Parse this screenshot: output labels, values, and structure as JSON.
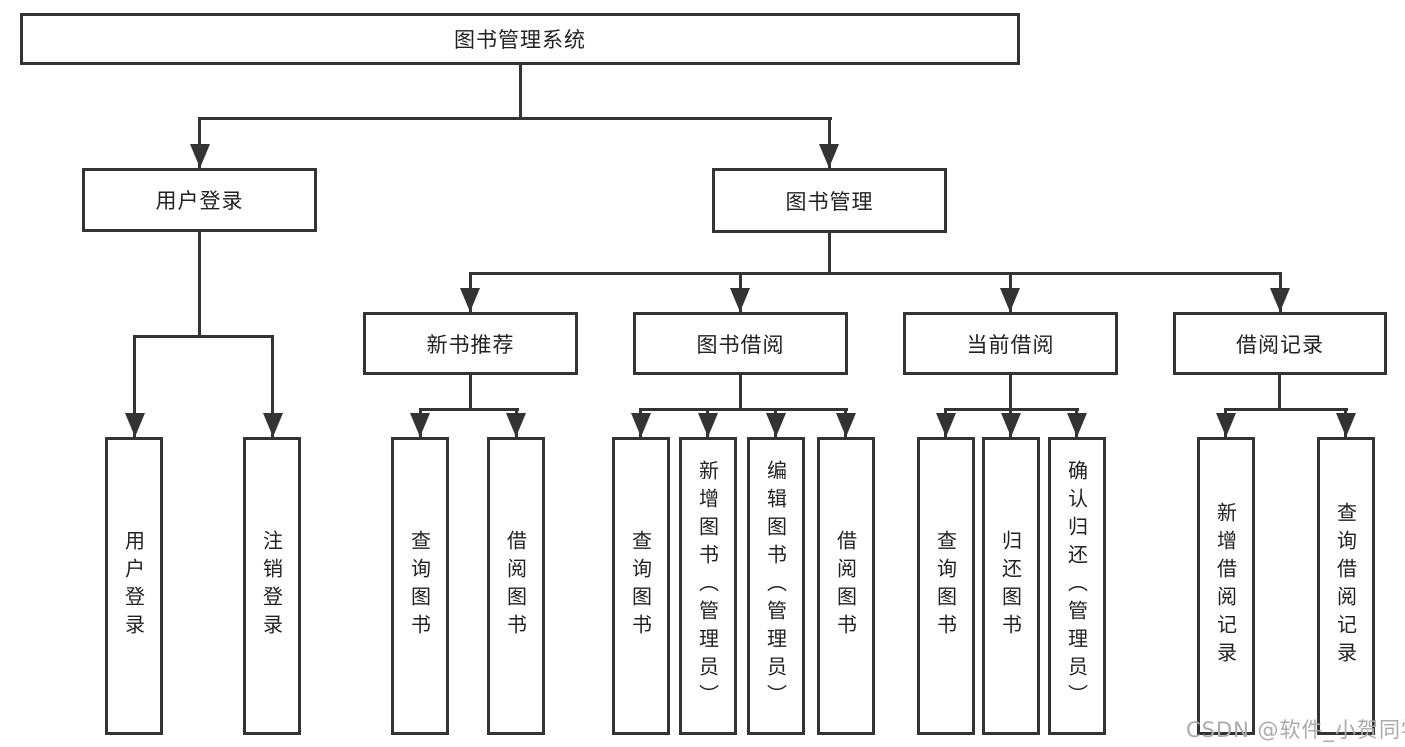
{
  "diagram": {
    "root": {
      "label": "图书管理系统"
    },
    "level2": [
      {
        "label": "用户登录"
      },
      {
        "label": "图书管理"
      }
    ],
    "level3": [
      {
        "label": "新书推荐"
      },
      {
        "label": "图书借阅"
      },
      {
        "label": "当前借阅"
      },
      {
        "label": "借阅记录"
      }
    ],
    "leaves": [
      {
        "label": "用户登录"
      },
      {
        "label": "注销登录"
      },
      {
        "label": "查询图书"
      },
      {
        "label": "借阅图书"
      },
      {
        "label": "查询图书"
      },
      {
        "label": "新增图书（管理员）"
      },
      {
        "label": "编辑图书（管理员）"
      },
      {
        "label": "借阅图书"
      },
      {
        "label": "查询图书"
      },
      {
        "label": "归还图书"
      },
      {
        "label": "确认归还（管理员）"
      },
      {
        "label": "新增借阅记录"
      },
      {
        "label": "查询借阅记录"
      }
    ],
    "watermark": "CSDN @软件_小贺同学",
    "colors": {
      "line": "#333333",
      "box_border": "#333333",
      "text": "#222222",
      "watermark": "#ababab",
      "background": "#ffffff"
    }
  }
}
